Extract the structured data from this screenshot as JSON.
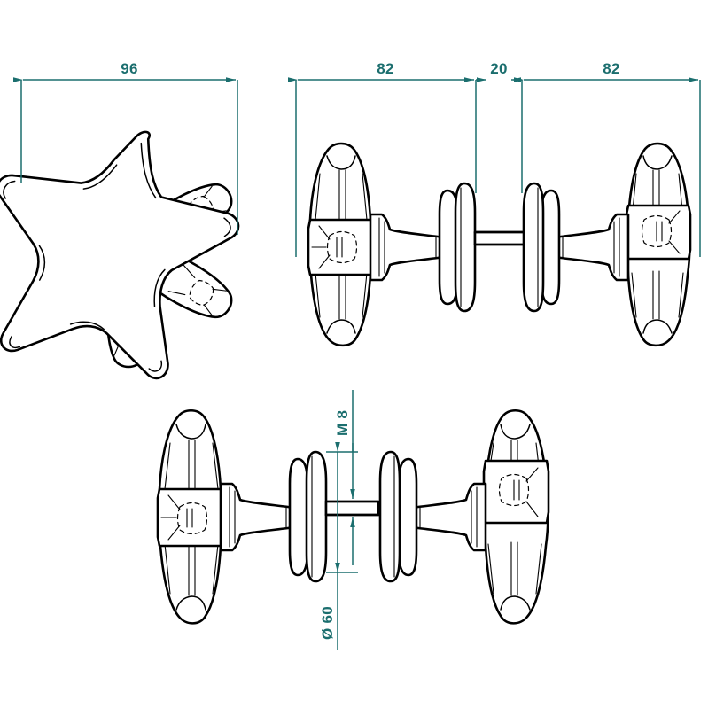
{
  "drawing": {
    "title": "star-knob-double-assembly-technical-drawing",
    "background_color": "#ffffff",
    "line_color": "#000000",
    "dimension_color": "#1b6e6e",
    "units": "mm"
  },
  "views": {
    "front": {
      "name": "front-view-star-knob",
      "description": "six-point star knob face view"
    },
    "side_top": {
      "name": "side-view-double-knob-horizontal",
      "description": "two mirrored star knobs joined by threaded stud"
    },
    "side_bottom": {
      "name": "side-view-double-knob-rotated",
      "description": "two mirrored star knobs rotated about axis"
    }
  },
  "dimensions": {
    "front_width": {
      "label": "96",
      "name": "dimension-front-width-96",
      "orientation": "horizontal"
    },
    "side_left": {
      "label": "82",
      "name": "dimension-side-left-82",
      "orientation": "horizontal"
    },
    "side_center": {
      "label": "20",
      "name": "dimension-side-center-20",
      "orientation": "horizontal"
    },
    "side_right": {
      "label": "82",
      "name": "dimension-side-right-82",
      "orientation": "horizontal"
    },
    "thread": {
      "label": "M 8",
      "name": "dimension-thread-m8",
      "orientation": "vertical"
    },
    "diameter": {
      "label": "Ø 60",
      "name": "dimension-diameter-60",
      "orientation": "vertical"
    }
  }
}
